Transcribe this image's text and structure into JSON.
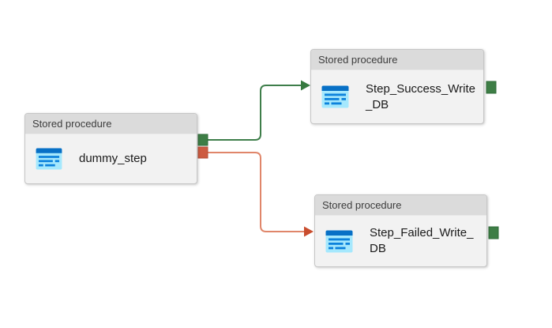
{
  "diagram": {
    "nodes": [
      {
        "header": "Stored procedure",
        "name": "dummy_step"
      },
      {
        "header": "Stored procedure",
        "name": "Step_Success_Write_DB"
      },
      {
        "header": "Stored procedure",
        "name": "Step_Failed_Write_DB"
      }
    ],
    "edges": [
      {
        "from": "dummy_step",
        "to": "Step_Success_Write_DB",
        "outcome": "on-success"
      },
      {
        "from": "dummy_step",
        "to": "Step_Failed_Write_DB",
        "outcome": "on-failure"
      }
    ],
    "colors": {
      "success_line": "#3E7E4A",
      "success_arrowhead": "#36793F",
      "failure_line": "#E0866A",
      "failure_arrowhead": "#C94D2E",
      "port_success_fill": "#3E7E46",
      "port_success_border": "#2F6B38",
      "port_failure_fill": "#CD5B41",
      "port_failure_border": "#B54F38",
      "node_header_bg": "#DBDBDB",
      "node_body_bg": "#F2F2F2",
      "icon_bar_blue": "#0770C6",
      "icon_line_blue": "#0C82DC",
      "icon_light_blue": "#A5E8FD"
    }
  }
}
